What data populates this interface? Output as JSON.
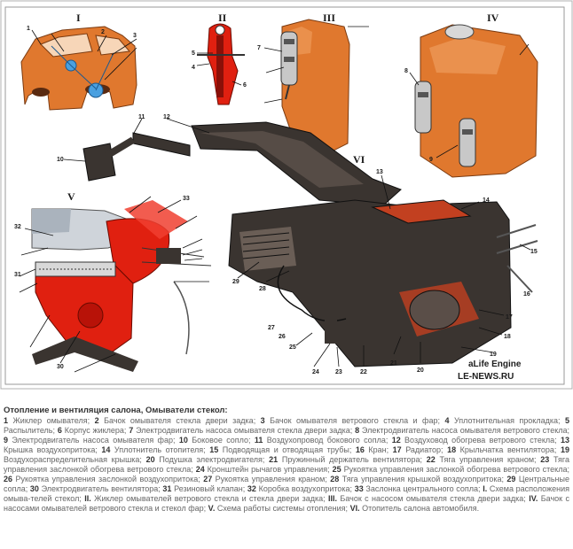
{
  "figure": {
    "section_labels": [
      "I",
      "II",
      "III",
      "IV",
      "V",
      "VI"
    ],
    "callouts": [
      "1",
      "2",
      "3",
      "4",
      "5",
      "6",
      "7",
      "8",
      "9",
      "10",
      "11",
      "12",
      "13",
      "14",
      "15",
      "16",
      "17",
      "18",
      "19",
      "20",
      "21",
      "22",
      "23",
      "24",
      "25",
      "26",
      "27",
      "28",
      "29",
      "30",
      "31",
      "32",
      "33"
    ],
    "watermark_line1": "aLife Engine",
    "watermark_line2": "LE-NEWS.RU"
  },
  "caption": {
    "title": "Отопление и вентиляция салона, Омыватели стекол:",
    "legend": [
      {
        "key": "1",
        "text": "Жиклер омывателя;"
      },
      {
        "key": "2",
        "text": "Бачок омывателя стекла двери задка;"
      },
      {
        "key": "3",
        "text": "Бачок омывателя ветрового стекла и фар;"
      },
      {
        "key": "4",
        "text": "Уплотнительная прокладка;"
      },
      {
        "key": "5",
        "text": "Распылитель;"
      },
      {
        "key": "6",
        "text": "Корпус жиклера;"
      },
      {
        "key": "7",
        "text": "Электродвигатель насоса омывателя стекла двери задка;"
      },
      {
        "key": "8",
        "text": "Электродвигатель насоса омывателя ветрового стекла;"
      },
      {
        "key": "9",
        "text": "Электродвигатель насоса омывателя фар;"
      },
      {
        "key": "10",
        "text": "Боковое сопло;"
      },
      {
        "key": "11",
        "text": "Воздухопровод бокового сопла;"
      },
      {
        "key": "12",
        "text": "Воздуховод обогрева ветрового стекла;"
      },
      {
        "key": "13",
        "text": "Крышка воздухопритока;"
      },
      {
        "key": "14",
        "text": "Уплотнитель отопителя;"
      },
      {
        "key": "15",
        "text": "Подводящая и отводящая трубы;"
      },
      {
        "key": "16",
        "text": "Кран;"
      },
      {
        "key": "17",
        "text": "Радиатор;"
      },
      {
        "key": "18",
        "text": "Крыльчатка вентилятора;"
      },
      {
        "key": "19",
        "text": "Воздухораспределительная крышка;"
      },
      {
        "key": "20",
        "text": "Подушка электродвигателя;"
      },
      {
        "key": "21",
        "text": "Пружинный держатель вентилятора;"
      },
      {
        "key": "22",
        "text": "Тяга управления краном;"
      },
      {
        "key": "23",
        "text": "Тяга управления заслонкой обогрева ветрового стекла;"
      },
      {
        "key": "24",
        "text": "Кронштейн рычагов управления;"
      },
      {
        "key": "25",
        "text": "Рукоятка управления заслонкой обогрева ветрового стекла;"
      },
      {
        "key": "26",
        "text": "Рукоятка управления заслонкой воздухопритока;"
      },
      {
        "key": "27",
        "text": "Рукоятка управления краном;"
      },
      {
        "key": "28",
        "text": "Тяга управления крышкой воздухопритока;"
      },
      {
        "key": "29",
        "text": "Центральные сопла;"
      },
      {
        "key": "30",
        "text": "Электродвигатель вентилятора;"
      },
      {
        "key": "31",
        "text": "Резиновый клапан;"
      },
      {
        "key": "32",
        "text": "Коробка воздухопритока;"
      },
      {
        "key": "33",
        "text": "Заслонка центрального сопла;"
      },
      {
        "key": "I.",
        "text": "Схема расположения омыва-телей стекол;"
      },
      {
        "key": "II.",
        "text": "Жиклер омывателей ветрового стекла и стекла двери задка;"
      },
      {
        "key": "III.",
        "text": "Бачок с насосом омывателя стекла двери задка;"
      },
      {
        "key": "IV.",
        "text": "Бачок с насосами омывателей ветрового стекла и стекол фар;"
      },
      {
        "key": "V.",
        "text": "Схема работы системы отопления;"
      },
      {
        "key": "VI.",
        "text": "Отопитель салона автомобиля."
      }
    ]
  },
  "colors": {
    "frame_bg": "#ffffff",
    "frame_border": "#b0b0b0",
    "tank_orange": "#e0782e",
    "red": "#e02010",
    "dark_body": "#3a3430",
    "text_gray": "#666666"
  }
}
